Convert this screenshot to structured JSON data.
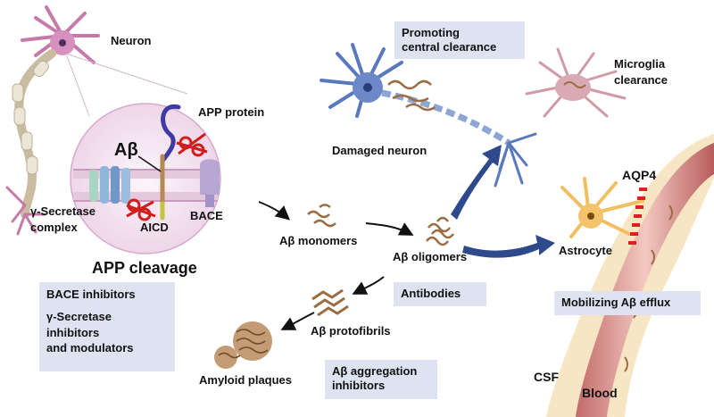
{
  "labels": {
    "neuron": "Neuron",
    "app_protein": "APP protein",
    "abeta": "Aβ",
    "gamma_secretase": "γ-Secretase\ncomplex",
    "aicd": "AICD",
    "bace": "BACE",
    "app_cleavage": "APP cleavage",
    "damaged_neuron": "Damaged neuron",
    "microglia": "Microglia\nclearance",
    "aqp4": "AQP4",
    "astrocyte": "Astrocyte",
    "monomers": "Aβ monomers",
    "oligomers": "Aβ oligomers",
    "protofibrils": "Aβ protofibrils",
    "plaques": "Amyloid plaques",
    "csf": "CSF",
    "blood": "Blood"
  },
  "boxes": {
    "central_clearance": "Promoting\ncentral clearance",
    "bace_inhibitors": "BACE inhibitors",
    "gamma_inhibitors": "γ-Secretase\ninhibitors\nand modulators",
    "antibodies": "Antibodies",
    "efflux": "Mobilizing Aβ efflux",
    "aggregation": "Aβ aggregation\ninhibitors"
  },
  "colors": {
    "box_fill": "#dde3f1",
    "arrow_blue": "#2e4a8c",
    "neuron_pink": "#c67aa9",
    "damaged_neuron_blue": "#5a78bd",
    "microglia_pink": "#cf9ba6",
    "astrocyte_yellow": "#f0c060",
    "amyloid_brown": "#9a6d45",
    "vessel_red": "#c96d6d",
    "aqp4_red": "#e02020"
  },
  "icons": [
    "scissors-icon",
    "neuron-icon",
    "microglia-icon",
    "astrocyte-icon",
    "blood-vessel-icon"
  ]
}
